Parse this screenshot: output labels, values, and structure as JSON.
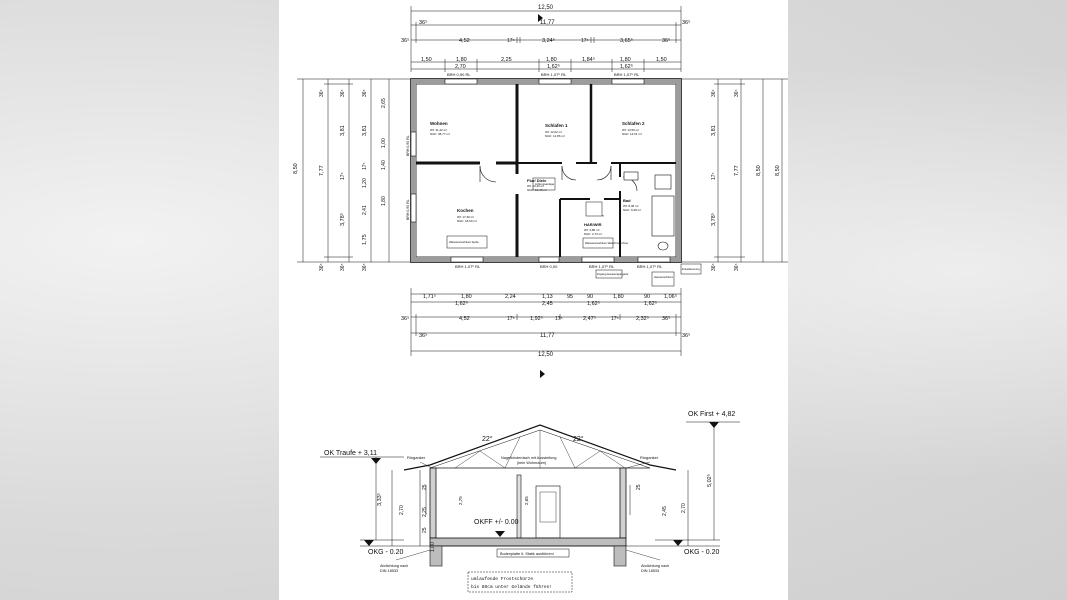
{
  "plan": {
    "dims_top": {
      "total": "12,50",
      "inner_total": "11,77",
      "left_wall": "36⁵",
      "right_wall": "36⁵",
      "row2": [
        "4,52",
        "17⁵",
        "3,24⁵",
        "17⁵",
        "3,65⁵",
        "36⁵"
      ],
      "row3": [
        "1,50",
        "1,80",
        "2,25",
        "1,80",
        "1,84⁵",
        "1,80",
        "1,50"
      ],
      "row4": [
        "2,70",
        "1,62⁵",
        "1,62⁵"
      ]
    },
    "dims_bottom": {
      "row1": [
        "1,71⁵",
        "1,80",
        "2,24",
        "1,13",
        "95",
        "90",
        "1,80",
        "90",
        "1,06⁵"
      ],
      "row2": [
        "1,62⁵",
        "2,45",
        "1,62⁵",
        "1,62⁵"
      ],
      "row3": [
        "4,52",
        "17⁵",
        "1,92⁵",
        "17⁵",
        "2,47⁵",
        "17⁵",
        "2,32⁵",
        "36⁵"
      ],
      "inner_total": "11,77",
      "total": "12,50"
    },
    "dims_left": [
      "36⁵",
      "3,81",
      "17⁵",
      "3,78⁵",
      "36⁵",
      "7,77",
      "8,50",
      "2,65",
      "1,00",
      "1,40",
      "1,20",
      "1,80",
      "2,41",
      "1,75"
    ],
    "dims_right": [
      "36⁵",
      "3,81",
      "17⁵",
      "3,78⁵",
      "36⁵",
      "7,77",
      "8,50"
    ],
    "rooms": [
      {
        "name": "Wohnen",
        "l1": "Wf: 31,22 m²",
        "l2": "NGF: 38,77 m²"
      },
      {
        "name": "Schlafen 1",
        "l1": "Wf: 12,02 m²",
        "l2": "NGF: 12,86 m²"
      },
      {
        "name": "Schlafen 2",
        "l1": "Wf: 13,56 m²",
        "l2": "NGF: 14,51 m²"
      },
      {
        "name": "Flur/ Diele",
        "l1": "Wf: 10,46 m²",
        "l2": "NGF: 10,46 m²"
      },
      {
        "name": "Kochen",
        "l1": "Wf: 17,39 m²",
        "l2": "NGF: 18,60 m²"
      },
      {
        "name": "HAR/WIR",
        "l1": "Wf: 3,86 m²",
        "l2": "NGF: 3,73 m²"
      },
      {
        "name": "Bad",
        "l1": "Wf: 8,48 m²",
        "l2": "NGF: 9,28 m²"
      }
    ],
    "window_labels": [
      "BRH 0,90 RL",
      "BRH 1,07⁵ RL",
      "BRH 1,07⁵ RL",
      "BRH 1,07⁵ RL",
      "BRH 0,00",
      "BRH 1,07⁵ RL",
      "BRH 1,07⁵ RL"
    ],
    "side_window_labels": [
      "BRH 0,90 RL",
      "BRH 0,90 RL"
    ],
    "notes": {
      "kitchen_sink": "Wasseranschluss Spüle",
      "lueftung": "Lüftungsanlage",
      "hwr": "Wasseranschluss Waschmaschine",
      "entry": "Zugang Hauseingangstür",
      "tech": "Hausanschluss",
      "entwaesserung": "Entwässerung"
    }
  },
  "section": {
    "ok_first": "OK First + 4,82",
    "ok_traufe": "OK Traufe + 3,11",
    "okff": "OKFF +/- 0.00",
    "okg_left": "OKG - 0.20",
    "okg_right": "OKG - 0.20",
    "pitch_left": "22°",
    "pitch_right": "22°",
    "ringanker_left": "Ringanker",
    "ringanker_right": "Ringanker",
    "roof_note_1": "Nagelbinderdach mit Aussteifung",
    "roof_note_2": "(kein Wohnraum)",
    "slab_note": "Bodenplatte lt. Statik ausführen!",
    "abdichtung_left_1": "Abdichtung nach",
    "abdichtung_left_2": "DIN 18533",
    "abdichtung_right_1": "Abdichtung nach",
    "abdichtung_right_2": "DIN 18533",
    "frost_note_1": "umlaufende Frostschürze",
    "frost_note_2": "bis 80cm unter Gelände führen!",
    "dims_left": [
      "3,33⁵",
      "2,70",
      "2,25",
      "25",
      "25",
      "1,00"
    ],
    "dims_right": [
      "5,02⁵",
      "2,70",
      "2,45",
      "25"
    ],
    "inner_dims": [
      "2,75",
      "2,65"
    ]
  }
}
